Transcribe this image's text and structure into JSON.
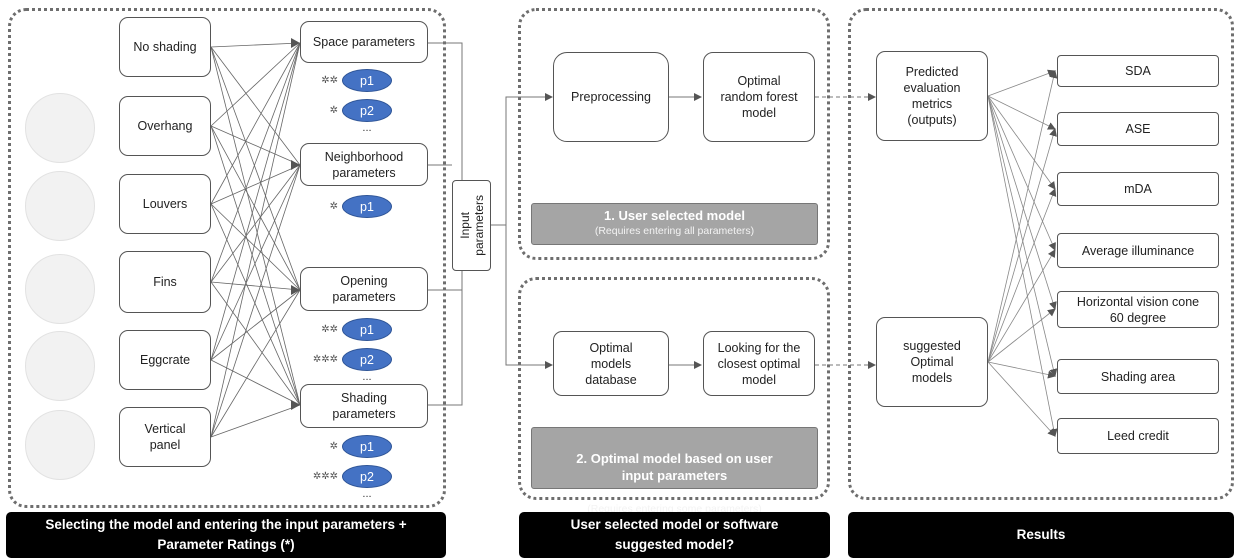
{
  "shading_types": [
    {
      "label": "No shading"
    },
    {
      "label": "Overhang"
    },
    {
      "label": "Louvers"
    },
    {
      "label": "Fins"
    },
    {
      "label": "Eggcrate"
    },
    {
      "label": "Vertical\npanel"
    }
  ],
  "param_groups": [
    {
      "label": "Space parameters"
    },
    {
      "label": "Neighborhood\nparameters"
    },
    {
      "label": "Opening\nparameters"
    },
    {
      "label": "Shading\nparameters"
    }
  ],
  "param_pills": [
    {
      "stars": "✲✲",
      "label": "p1"
    },
    {
      "stars": "✲",
      "label": "p2"
    },
    {
      "stars": "✲",
      "label": "p1"
    },
    {
      "stars": "✲✲",
      "label": "p1"
    },
    {
      "stars": "✲✲✲",
      "label": "p2"
    },
    {
      "stars": "✲",
      "label": "p1"
    },
    {
      "stars": "✲✲✲",
      "label": "p2"
    }
  ],
  "ellipsis": "...",
  "input_parameters": "Input\nparameters",
  "model_top": {
    "preprocessing": "Preprocessing",
    "optimal_rf": "Optimal\nrandom forest\nmodel",
    "title": "1. User selected model",
    "subtitle": "(Requires entering all parameters)"
  },
  "model_bottom": {
    "database": "Optimal\nmodels\ndatabase",
    "closest": "Looking for the\nclosest optimal\nmodel",
    "title": "2. Optimal model based on user\ninput parameters",
    "subtitle": "(Requires entering some parameters)"
  },
  "outputs": {
    "predicted": "Predicted\nevaluation\nmetrics\n(outputs)",
    "suggested": "suggested\nOptimal\nmodels"
  },
  "results": [
    {
      "label": "SDA"
    },
    {
      "label": "ASE"
    },
    {
      "label": "mDA"
    },
    {
      "label": "Average illuminance"
    },
    {
      "label": "Horizontal vision cone\n60 degree"
    },
    {
      "label": "Shading area"
    },
    {
      "label": "Leed credit"
    }
  ],
  "footers": {
    "left": "Selecting the model and entering the input parameters +\nParameter Ratings (*)",
    "middle": "User selected model or software\nsuggested model?",
    "right": "Results"
  }
}
